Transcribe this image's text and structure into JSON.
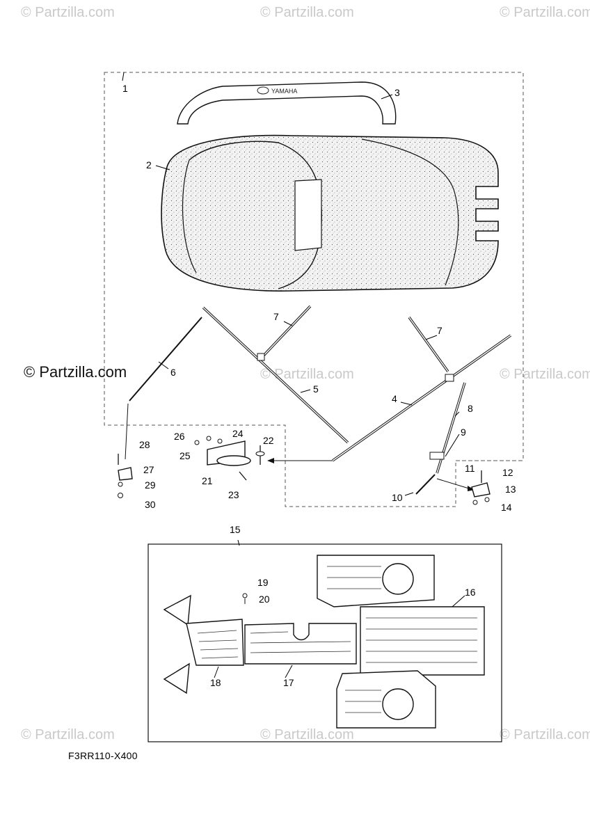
{
  "watermarks": {
    "small": "© Partzilla.com",
    "large": "© Partzilla.com"
  },
  "brand_logo_text": "YAMAHA",
  "diagram_code": "F3RR110-X400",
  "callouts": {
    "c1": "1",
    "c2": "2",
    "c3": "3",
    "c4": "4",
    "c5": "5",
    "c6": "6",
    "c7a": "7",
    "c7b": "7",
    "c8": "8",
    "c9": "9",
    "c10": "10",
    "c11": "11",
    "c12": "12",
    "c13": "13",
    "c14": "14",
    "c15": "15",
    "c16": "16",
    "c17": "17",
    "c18": "18",
    "c19": "19",
    "c20": "20",
    "c21": "21",
    "c22": "22",
    "c23": "23",
    "c24": "24",
    "c25": "25",
    "c26": "26",
    "c27": "27",
    "c28": "28",
    "c29": "29",
    "c30": "30"
  }
}
